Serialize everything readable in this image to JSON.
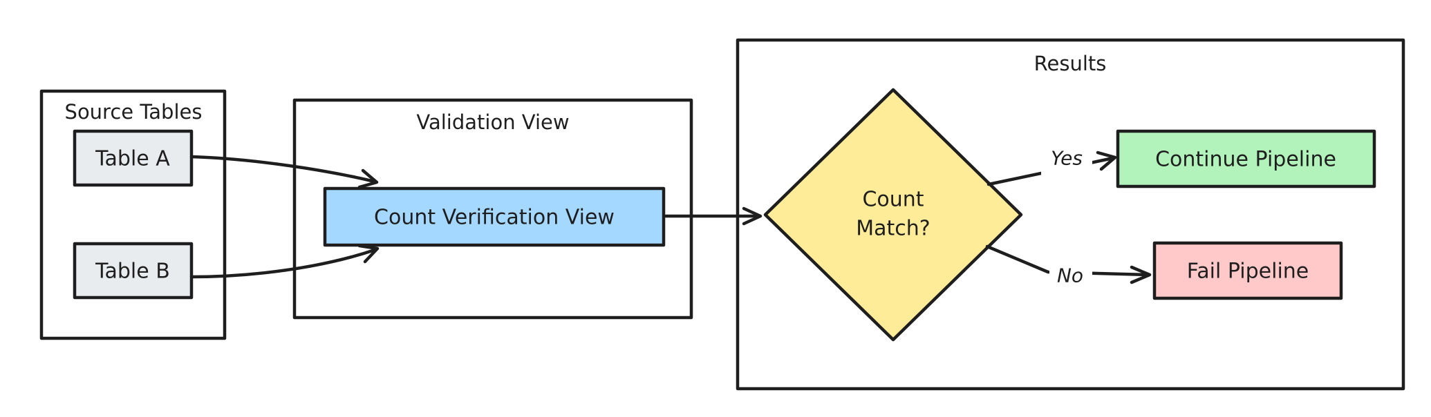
{
  "diagram": {
    "background": "#ffffff",
    "stroke_color": "#1e1e1e",
    "containers": {
      "source_tables": {
        "label": "Source Tables"
      },
      "validation_view": {
        "label": "Validation View"
      },
      "results": {
        "label": "Results"
      }
    },
    "nodes": {
      "table_a": {
        "label": "Table A",
        "fill": "#e9ecef"
      },
      "table_b": {
        "label": "Table B",
        "fill": "#e9ecef"
      },
      "count_verification_view": {
        "label": "Count Verification View",
        "fill": "#a5d8ff"
      },
      "count_match": {
        "shape": "diamond",
        "label_line1": "Count",
        "label_line2": "Match?",
        "fill": "#ffec99"
      },
      "continue_pipeline": {
        "label": "Continue Pipeline",
        "fill": "#b2f2bb"
      },
      "fail_pipeline": {
        "label": "Fail Pipeline",
        "fill": "#ffc9c9"
      }
    },
    "edge_labels": {
      "yes": "Yes",
      "no": "No"
    }
  }
}
